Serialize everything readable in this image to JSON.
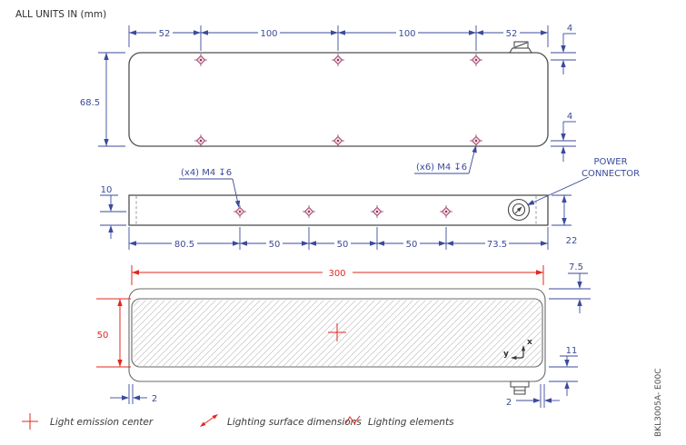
{
  "title_note": "ALL UNITS IN (mm)",
  "part_number": "BKL3005A- E00C",
  "colors": {
    "dimension_blue": "#3b4a9b",
    "highlight_red": "#e0281e",
    "outline_gray": "#4f4f4f",
    "hole_marker_pink": "#f5d3e3",
    "hole_marker_maroon": "#9c4668"
  },
  "top_view": {
    "width_dims": [
      "52",
      "100",
      "100",
      "52"
    ],
    "height_dim": "68.5",
    "hole_offset_top": "4",
    "hole_offset_bottom": "4",
    "thread_note": "(x6) M4 ↧6"
  },
  "side_view": {
    "hole_offset_dim": "10",
    "length_dims": [
      "80.5",
      "50",
      "50",
      "50",
      "73.5"
    ],
    "height_dim": "22",
    "thread_note": "(x4) M4 ↧6",
    "power_connector_label": [
      "POWER",
      "CONNECTOR"
    ]
  },
  "front_view": {
    "lighting_width_dim": "300",
    "lighting_height_dim": "50",
    "top_margin_dim": "7.5",
    "bottom_margin_dim": "11",
    "left_margin_dim": "2",
    "right_margin_dim": "2",
    "axis": {
      "x": "x",
      "y": "y"
    }
  },
  "legend": {
    "items": [
      {
        "label": "Light emission center"
      },
      {
        "label": "Lighting surface dimensions"
      },
      {
        "label": "Lighting elements"
      }
    ]
  }
}
